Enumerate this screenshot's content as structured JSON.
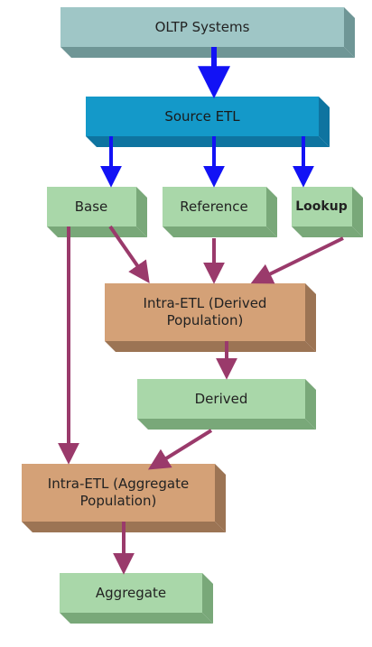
{
  "nodes": {
    "oltp_systems": "OLTP Systems",
    "source_etl": "Source ETL",
    "base": "Base",
    "reference": "Reference",
    "lookup": "Lookup",
    "intra_etl_derived_line1": "Intra-ETL (Derived",
    "intra_etl_derived_line2": "Population)",
    "derived": "Derived",
    "intra_etl_aggregate_line1": "Intra-ETL (Aggregate",
    "intra_etl_aggregate_line2": "Population)",
    "aggregate": "Aggregate"
  },
  "colors": {
    "top_face": "#9fc6c6",
    "top_side": "#6f9696",
    "etl_face": "#1499c9",
    "etl_side": "#0e74a0",
    "green_face": "#a9d7a9",
    "green_side": "#79a879",
    "tan_face": "#d4a177",
    "tan_side": "#9c7454",
    "blue_arrow": "#1212f5",
    "purple_arrow": "#9a3a6b"
  },
  "icons": {
    "blue_arrow": "arrow-down-icon",
    "purple_arrow": "arrow-icon"
  }
}
